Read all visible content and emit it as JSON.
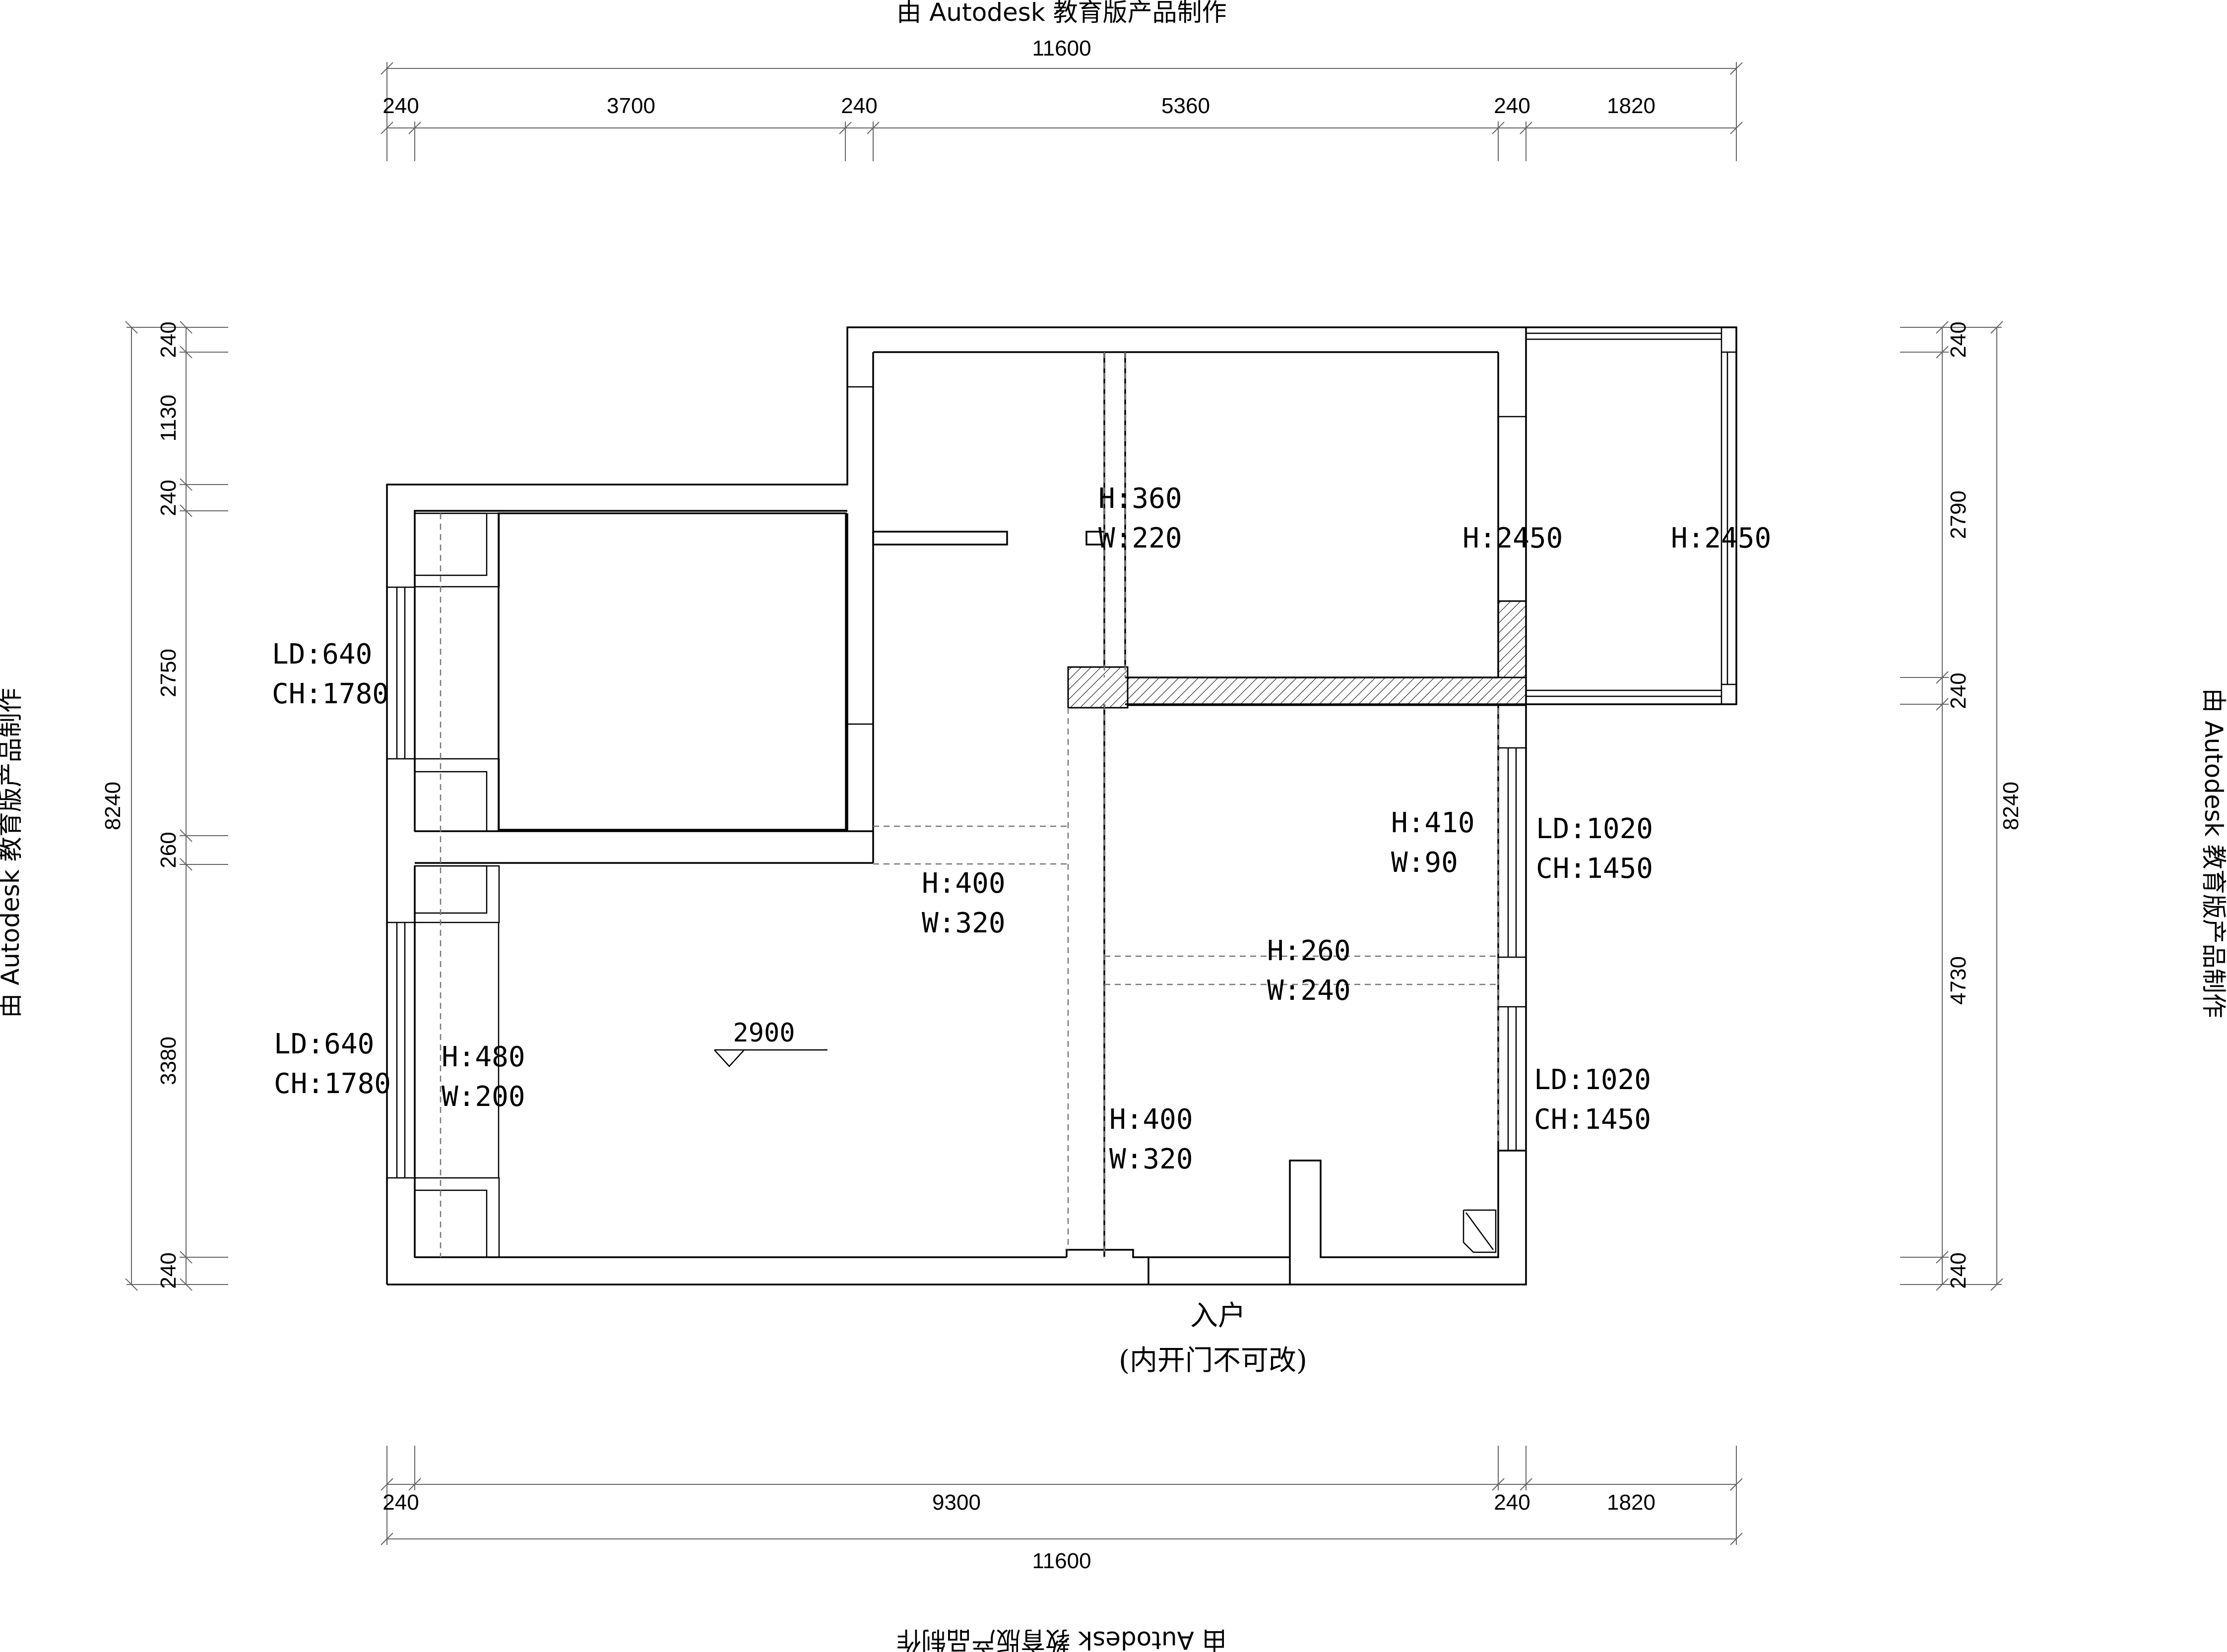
{
  "watermark": {
    "text": "由 Autodesk 教育版产品制作"
  },
  "dimensions": {
    "top_total": "11600",
    "top_segments": [
      "240",
      "3700",
      "240",
      "5360",
      "240",
      "1820"
    ],
    "bottom_segments": [
      "240",
      "9300",
      "240",
      "1820"
    ],
    "bottom_total": "11600",
    "left_total": "8240",
    "left_segments": [
      "240",
      "1130",
      "240",
      "2750",
      "260",
      "3380",
      "240"
    ],
    "right_total": "8240",
    "right_segments": [
      "240",
      "2790",
      "240",
      "4730",
      "240"
    ]
  },
  "annotations": {
    "win_left_upper": {
      "ld": "LD:640",
      "ch": "CH:1780"
    },
    "win_left_lower": {
      "ld": "LD:640",
      "ch": "CH:1780"
    },
    "win_right_upper": {
      "ld": "LD:1020",
      "ch": "CH:1450"
    },
    "win_right_lower": {
      "ld": "LD:1020",
      "ch": "CH:1450"
    },
    "beam_top": {
      "h": "H:360",
      "w": "W:220"
    },
    "beam_mid": {
      "h": "H:400",
      "w": "W:320"
    },
    "beam_left": {
      "h": "H:480",
      "w": "W:200"
    },
    "beam_right_top": {
      "h": "H:410",
      "w": "W:90"
    },
    "beam_center": {
      "h": "H:260",
      "w": "W:240"
    },
    "beam_lower": {
      "h": "H:400",
      "w": "W:320"
    },
    "h_2450_a": "H:2450",
    "h_2450_b": "H:2450",
    "ceiling_height": "2900"
  },
  "entrance": {
    "label": "入户",
    "note": "(内开门不可改)"
  }
}
